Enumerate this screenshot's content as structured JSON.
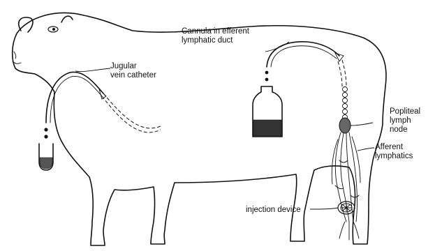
{
  "labels": {
    "jugular_line1": "Jugular",
    "jugular_line2": "vein catheter",
    "cannula_line1": "Cannula in efferent",
    "cannula_line2": "lymphatic duct",
    "popliteal_line1": "Popliteal",
    "popliteal_line2": "lymph",
    "popliteal_line3": "node",
    "afferent_line1": "Afferent",
    "afferent_line2": "lymphatics",
    "injection": "injection device"
  }
}
